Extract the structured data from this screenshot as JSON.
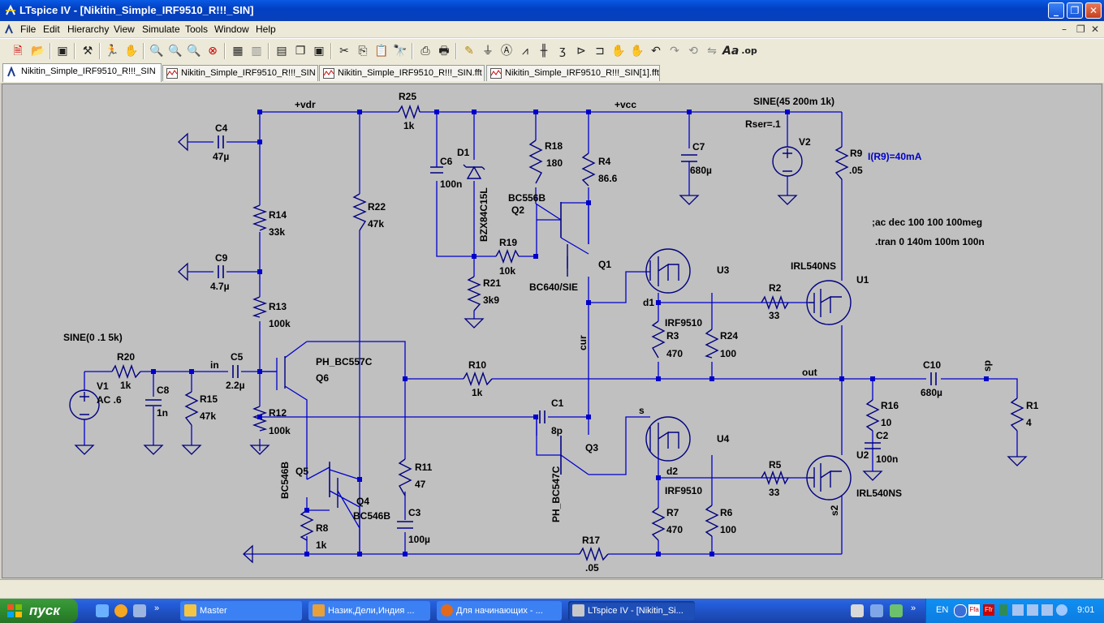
{
  "window": {
    "title": "LTspice IV - [Nikitin_Simple_IRF9510_R!!!_SIN]",
    "minimize": "_",
    "restore": "❐",
    "close": "✕"
  },
  "menu": [
    "File",
    "Edit",
    "Hierarchy",
    "View",
    "Simulate",
    "Tools",
    "Window",
    "Help"
  ],
  "tabs": [
    {
      "label": "Nikitin_Simple_IRF9510_R!!!_SIN",
      "kind": "schematic",
      "active": true
    },
    {
      "label": "Nikitin_Simple_IRF9510_R!!!_SIN",
      "kind": "waveform",
      "active": false
    },
    {
      "label": "Nikitin_Simple_IRF9510_R!!!_SIN.fft",
      "kind": "waveform",
      "active": false
    },
    {
      "label": "Nikitin_Simple_IRF9510_R!!!_SIN[1].fft",
      "kind": "waveform",
      "active": false
    }
  ],
  "schematic": {
    "nets": {
      "vdr": "+vdr",
      "vcc": "+vcc",
      "out": "out",
      "in": "in",
      "cur": "cur",
      "sp": "sp",
      "d1": "d1",
      "d2": "d2",
      "s": "s",
      "s2": "s2"
    },
    "sources": {
      "v1_name": "V1",
      "v1_ac": "AC .6",
      "v1_sine": "SINE(0 .1 5k)",
      "v2_name": "V2",
      "v2_sine": "SINE(45 200m 1k)",
      "v2_rser": "Rser=.1"
    },
    "directives": {
      "ac": ";ac dec 100 100 100meg",
      "tran": ".tran 0 140m 100m 100n"
    },
    "measure": "I(R9)=40mA",
    "components": [
      {
        "ref": "R25",
        "value": "1k"
      },
      {
        "ref": "C4",
        "value": "47µ"
      },
      {
        "ref": "C6",
        "value": "100n"
      },
      {
        "ref": "D1",
        "value": "BZX84C15L"
      },
      {
        "ref": "R18",
        "value": "180"
      },
      {
        "ref": "R4",
        "value": "86.6"
      },
      {
        "ref": "C7",
        "value": "680µ"
      },
      {
        "ref": "R9",
        "value": ".05"
      },
      {
        "ref": "Q2",
        "value": "BC556B"
      },
      {
        "ref": "R22",
        "value": "47k"
      },
      {
        "ref": "R14",
        "value": "33k"
      },
      {
        "ref": "R19",
        "value": "10k"
      },
      {
        "ref": "C9",
        "value": "4.7µ"
      },
      {
        "ref": "Q1",
        "value": "BC640/SIE"
      },
      {
        "ref": "R21",
        "value": "3k9"
      },
      {
        "ref": "U3",
        "value": "IRF9510"
      },
      {
        "ref": "U1",
        "value": "IRL540NS"
      },
      {
        "ref": "R2",
        "value": "33"
      },
      {
        "ref": "R13",
        "value": "100k"
      },
      {
        "ref": "R3",
        "value": "470"
      },
      {
        "ref": "R24",
        "value": "100"
      },
      {
        "ref": "R20",
        "value": "1k"
      },
      {
        "ref": "C5",
        "value": "2.2µ"
      },
      {
        "ref": "Q6",
        "value": "PH_BC557C"
      },
      {
        "ref": "R10",
        "value": "1k"
      },
      {
        "ref": "C10",
        "value": "680µ"
      },
      {
        "ref": "C8",
        "value": "1n"
      },
      {
        "ref": "R15",
        "value": "47k"
      },
      {
        "ref": "R12",
        "value": "100k"
      },
      {
        "ref": "C1",
        "value": "8p"
      },
      {
        "ref": "R16",
        "value": "10"
      },
      {
        "ref": "R1",
        "value": "4"
      },
      {
        "ref": "U4",
        "value": "IRF9510"
      },
      {
        "ref": "C2",
        "value": "100n"
      },
      {
        "ref": "U2",
        "value": "IRL540NS"
      },
      {
        "ref": "Q3",
        "value": "PH_BC547C"
      },
      {
        "ref": "Q5",
        "value": "BC546B"
      },
      {
        "ref": "Q4",
        "value": "BC546B"
      },
      {
        "ref": "R11",
        "value": "47"
      },
      {
        "ref": "R5",
        "value": "33"
      },
      {
        "ref": "R8",
        "value": "1k"
      },
      {
        "ref": "C3",
        "value": "100µ"
      },
      {
        "ref": "R7",
        "value": "470"
      },
      {
        "ref": "R6",
        "value": "100"
      },
      {
        "ref": "R17",
        "value": ".05"
      }
    ]
  },
  "taskbar": {
    "start": "пуск",
    "tasks": [
      {
        "label": "Master",
        "color": "#f4c542"
      },
      {
        "label": "Назик,Дели,Индия ...",
        "color": "#e8a03a"
      },
      {
        "label": "Для начинающих - ...",
        "color": "#e36a1a"
      },
      {
        "label": "LTspice IV - [Nikitin_Si...",
        "color": "#c8c8c8"
      }
    ],
    "lang": "EN",
    "clock": "9:01"
  },
  "colors": {
    "wire": "#0000cc",
    "component": "#000080",
    "label": "#000000",
    "measure": "#0000c8",
    "canvas": "#c0c0c0"
  }
}
